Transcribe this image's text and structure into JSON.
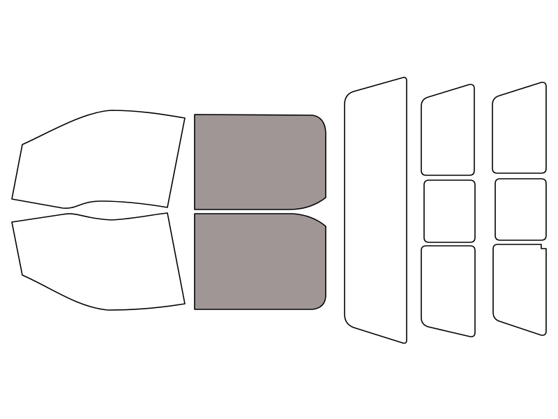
{
  "diagram": {
    "colors": {
      "background": "#ffffff",
      "outline": "#000000",
      "tinted_fill": "#a09696",
      "clear_fill": "#ffffff"
    },
    "panes": [
      {
        "name": "front-left-window-pane",
        "tinted": false
      },
      {
        "name": "front-right-window-pane",
        "tinted": false
      },
      {
        "name": "rear-left-window-pane",
        "tinted": true
      },
      {
        "name": "rear-right-window-pane",
        "tinted": true
      },
      {
        "name": "windshield-pane",
        "tinted": false
      },
      {
        "name": "left-upper-pane",
        "tinted": false
      },
      {
        "name": "left-middle-pane",
        "tinted": false
      },
      {
        "name": "left-lower-pane",
        "tinted": false
      },
      {
        "name": "right-upper-pane",
        "tinted": false
      },
      {
        "name": "right-middle-pane",
        "tinted": false
      },
      {
        "name": "right-lower-pane",
        "tinted": false
      }
    ]
  }
}
